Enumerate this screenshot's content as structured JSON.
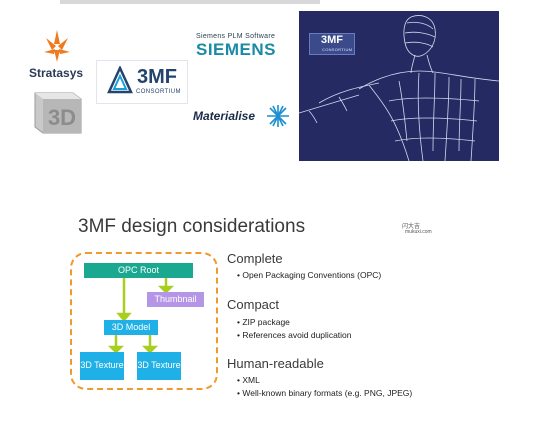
{
  "logos": {
    "stratasys": "Stratasys",
    "siemens_small": "Siemens PLM Software",
    "siemens": "SIEMENS",
    "materialise": "Materialise",
    "mf": "3MF",
    "consortium": "CONSORTIUM"
  },
  "slide": {
    "title": "3MF design considerations",
    "watermark_line1": "闪大吉",
    "watermark_line2": "mukuxi.com"
  },
  "diagram": {
    "opc_root": "OPC Root",
    "thumbnail": "Thumbnail",
    "model": "3D Model",
    "texture1": "3D Texture",
    "texture2": "3D Texture"
  },
  "sections": [
    {
      "heading": "Complete",
      "bullets": [
        "Open Packaging Conventions (OPC)"
      ]
    },
    {
      "heading": "Compact",
      "bullets": [
        "ZIP package",
        "References avoid duplication"
      ]
    },
    {
      "heading": "Human-readable",
      "bullets": [
        "XML",
        "Well-known binary formats (e.g. PNG, JPEG)"
      ]
    }
  ],
  "colors": {
    "panel": "#252a63",
    "teal": "#1aa891",
    "purple": "#b596e6",
    "blue": "#1eb0e6",
    "orange_dashed": "#f0992d",
    "arrow_green": "#a8cf1f"
  }
}
